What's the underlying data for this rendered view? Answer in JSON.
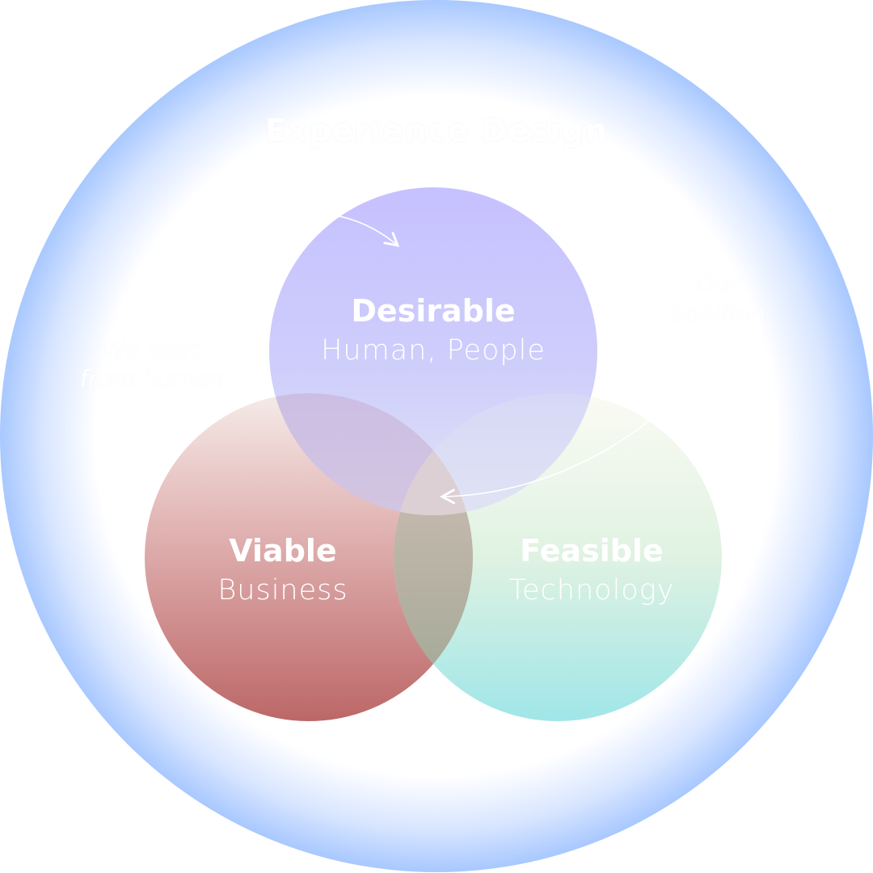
{
  "header": {
    "title": "Experience Design"
  },
  "notes": {
    "left_line1": "We start",
    "left_line2": "from human",
    "right_line1": "Our",
    "right_line2": "Solution"
  },
  "circles": {
    "desirable": {
      "title": "Desirable",
      "subtitle": "Human, People"
    },
    "viable": {
      "title": "Viable",
      "subtitle": "Business"
    },
    "feasible": {
      "title": "Feasible",
      "subtitle": "Technology"
    }
  },
  "colors": {
    "outer_ring": "#a8c8ff",
    "desirable_top": "#c4beff",
    "desirable_bottom": "#d8dcf8",
    "viable_top": "#f3e6e3",
    "viable_bottom": "#bd6a6a",
    "feasible_top": "#f7f7ee",
    "feasible_bottom": "#a4e8e8",
    "overlap_top": "#dcc8bf",
    "overlap_bottom": "#9ea696"
  }
}
